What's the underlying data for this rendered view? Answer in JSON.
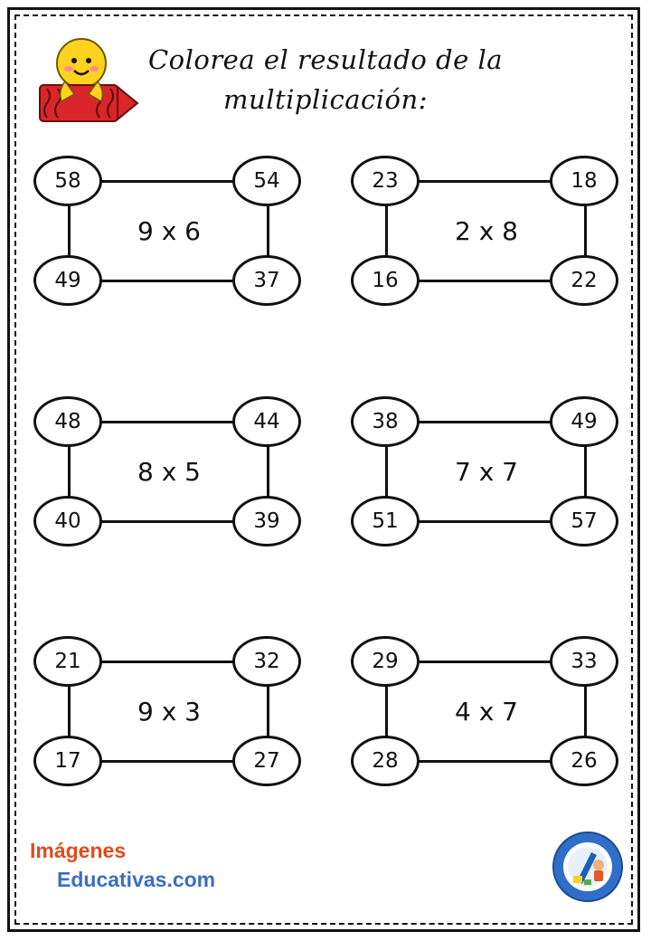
{
  "title": {
    "line1": "Colorea el resultado de la",
    "line2": "multiplicación:"
  },
  "exercises": [
    {
      "operation": "9 x 6",
      "numbers": {
        "top_left": "58",
        "top_right": "54",
        "bottom_left": "49",
        "bottom_right": "37"
      }
    },
    {
      "operation": "2 x 8",
      "numbers": {
        "top_left": "23",
        "top_right": "18",
        "bottom_left": "16",
        "bottom_right": "22"
      }
    },
    {
      "operation": "8 x 5",
      "numbers": {
        "top_left": "48",
        "top_right": "44",
        "bottom_left": "40",
        "bottom_right": "39"
      }
    },
    {
      "operation": "7 x 7",
      "numbers": {
        "top_left": "38",
        "top_right": "49",
        "bottom_left": "51",
        "bottom_right": "57"
      }
    },
    {
      "operation": "9 x 3",
      "numbers": {
        "top_left": "21",
        "top_right": "32",
        "bottom_left": "17",
        "bottom_right": "27"
      }
    },
    {
      "operation": "4 x 7",
      "numbers": {
        "top_left": "29",
        "top_right": "33",
        "bottom_left": "28",
        "bottom_right": "26"
      }
    }
  ],
  "brand": {
    "line1": "Imágenes",
    "line2": "Educativas.com"
  },
  "icons": {
    "mascot": "crayon-mascot-icon",
    "badge": "imageneseducativas-badge-icon"
  },
  "colors": {
    "crayon_red": "#d8262b",
    "mascot_yellow": "#ffd21f",
    "badge_blue": "#2f6fc9"
  }
}
